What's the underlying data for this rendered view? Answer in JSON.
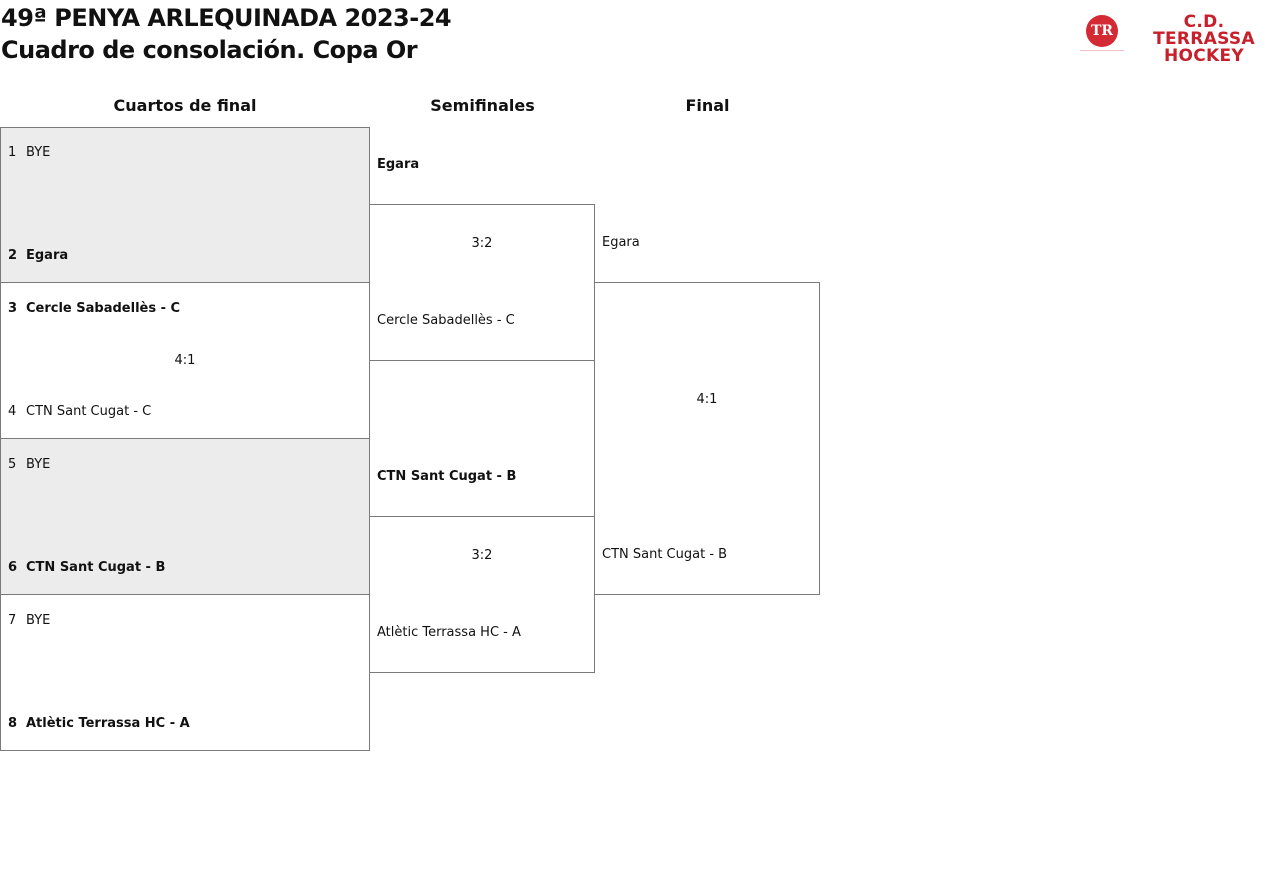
{
  "header": {
    "title_line1": "49ª PENYA ARLEQUINADA 2023-24",
    "title_line2": "Cuadro de consolación. Copa Or",
    "logo_text": "C.D. TERRASSA HOCKEY",
    "logo_text_line1": "C.D. TERRASSA",
    "logo_text_line2": "HOCKEY",
    "logo_color": "#c8202b"
  },
  "columns": {
    "quarterfinals": "Cuartos de final",
    "semifinals": "Semifinales",
    "final": "Final"
  },
  "quarterfinals": [
    {
      "seed_a": "1",
      "team_a": "BYE",
      "seed_b": "2",
      "team_b": "Egara",
      "winner": "b",
      "score": ""
    },
    {
      "seed_a": "3",
      "team_a": "Cercle Sabadellès - C",
      "seed_b": "4",
      "team_b": "CTN Sant Cugat - C",
      "winner": "a",
      "score": "4:1"
    },
    {
      "seed_a": "5",
      "team_a": "BYE",
      "seed_b": "6",
      "team_b": "CTN Sant Cugat - B",
      "winner": "b",
      "score": ""
    },
    {
      "seed_a": "7",
      "team_a": "BYE",
      "seed_b": "8",
      "team_b": "Atlètic Terrassa HC - A",
      "winner": "b",
      "score": ""
    }
  ],
  "semifinals": [
    {
      "team_a": "Egara",
      "team_b": "Cercle Sabadellès - C",
      "score": "3:2",
      "winner": "a"
    },
    {
      "team_a": "CTN Sant Cugat - B",
      "team_b": "Atlètic Terrassa HC - A",
      "score": "3:2",
      "winner": "a"
    }
  ],
  "final": {
    "team_a": "Egara",
    "team_b": "CTN Sant Cugat - B",
    "score": "4:1"
  },
  "colors": {
    "bye_shading": "#ececec",
    "border": "#7a7a7a"
  }
}
